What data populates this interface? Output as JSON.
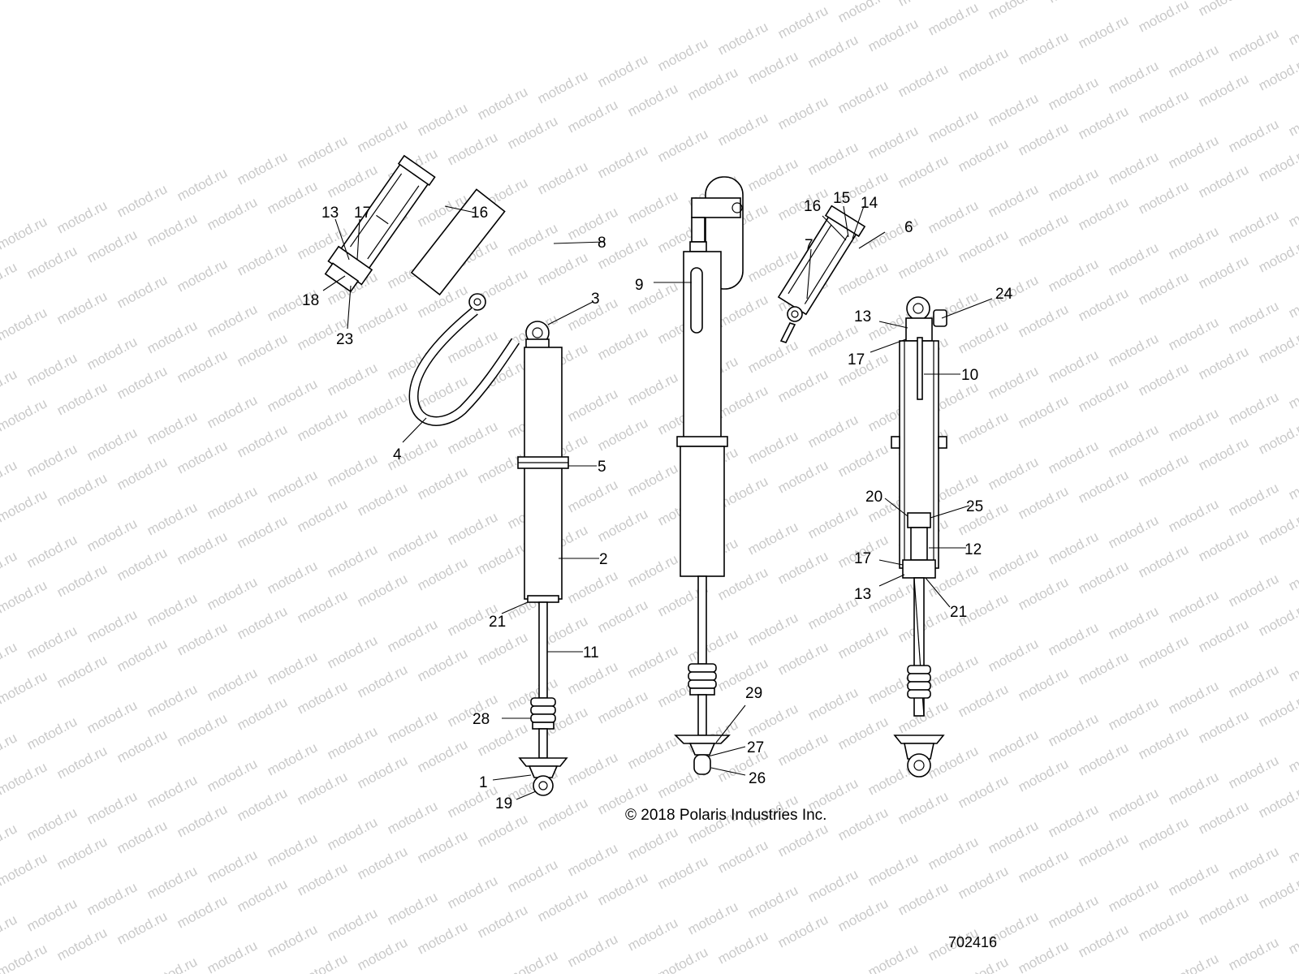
{
  "watermark": {
    "text": "motod.ru"
  },
  "copyright": "© 2018 Polaris Industries Inc.",
  "diagram_number": "702416",
  "callouts": {
    "c16a": "16",
    "c13a": "13",
    "c17a": "17",
    "c18": "18",
    "c23": "23",
    "c8": "8",
    "c3": "3",
    "c4": "4",
    "c5": "5",
    "c2": "2",
    "c21a": "21",
    "c11": "11",
    "c28": "28",
    "c1": "1",
    "c19": "19",
    "c9": "9",
    "c29": "29",
    "c27": "27",
    "c26": "26",
    "c16b": "16",
    "c15": "15",
    "c14": "14",
    "c6": "6",
    "c7": "7",
    "c24": "24",
    "c13b": "13",
    "c17b": "17",
    "c10": "10",
    "c20": "20",
    "c25": "25",
    "c12": "12",
    "c17c": "17",
    "c13c": "13",
    "c21b": "21"
  }
}
